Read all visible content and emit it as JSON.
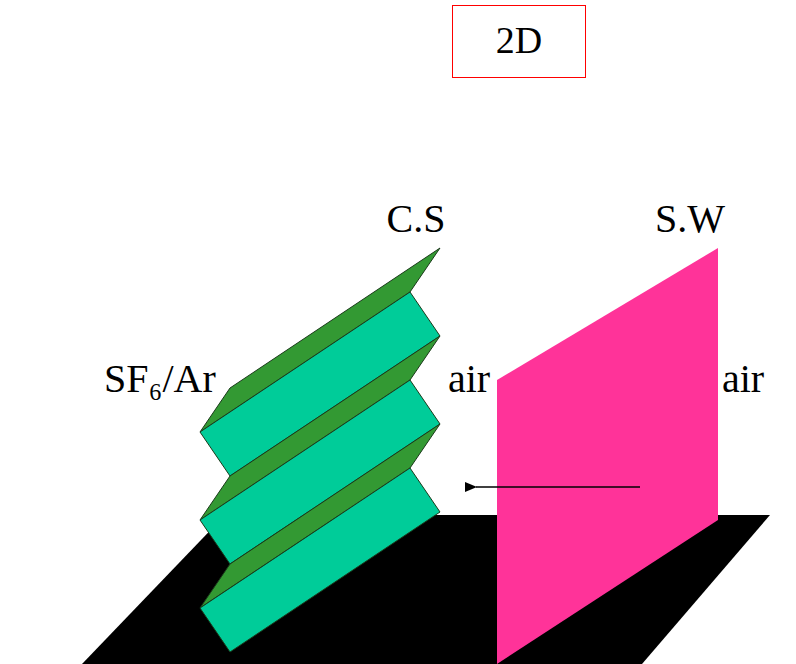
{
  "diagram": {
    "nodes": [
      {
        "text": [
          "2D"
        ]
      }
    ],
    "labels": [
      "C.S",
      "S.W",
      "SF₆/Ar",
      "air",
      "air"
    ]
  }
}
